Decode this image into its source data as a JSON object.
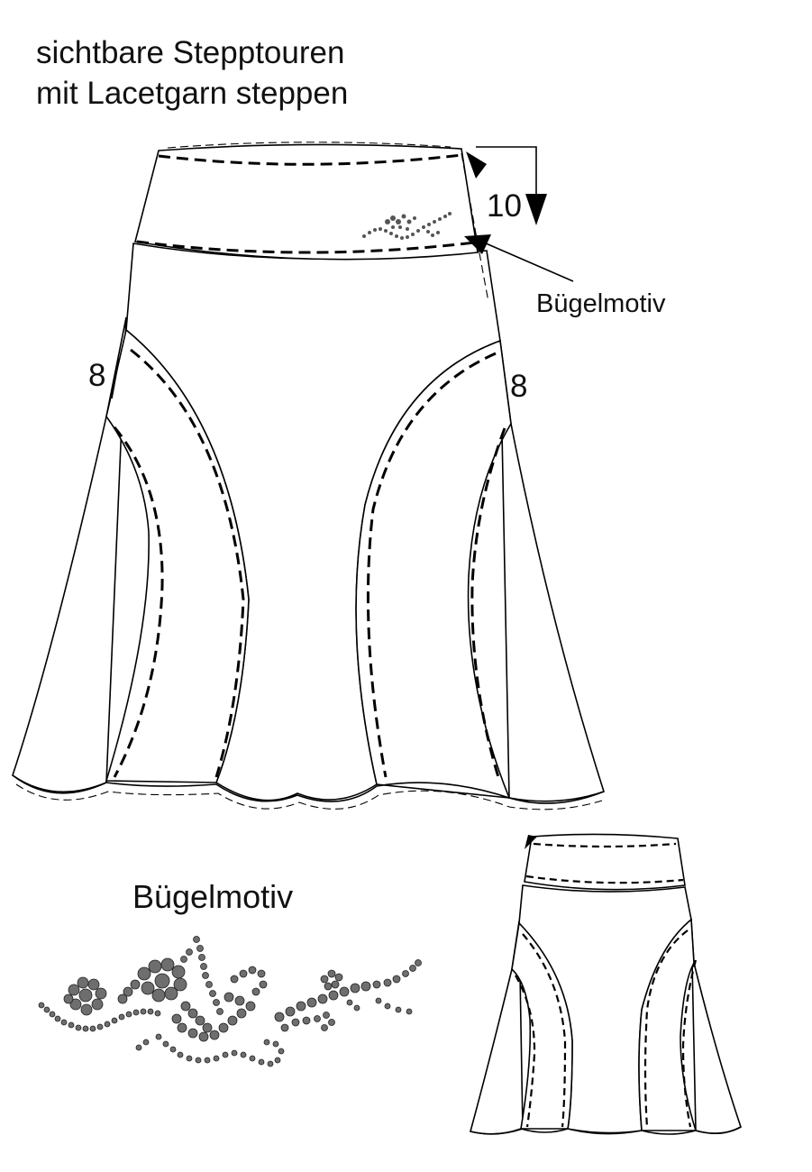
{
  "instructions": {
    "line1": "sichtbare Stepptouren",
    "line2": "mit Lacetgarn steppen"
  },
  "labels": {
    "motif_callout": "Bügelmotiv",
    "motif_caption": "Bügelmotiv"
  },
  "dimensions": {
    "waistband_depth": "10",
    "godet_left": "8",
    "godet_right": "8"
  },
  "colors": {
    "line": "#000000",
    "rhinestone": "#6e6e6e"
  }
}
